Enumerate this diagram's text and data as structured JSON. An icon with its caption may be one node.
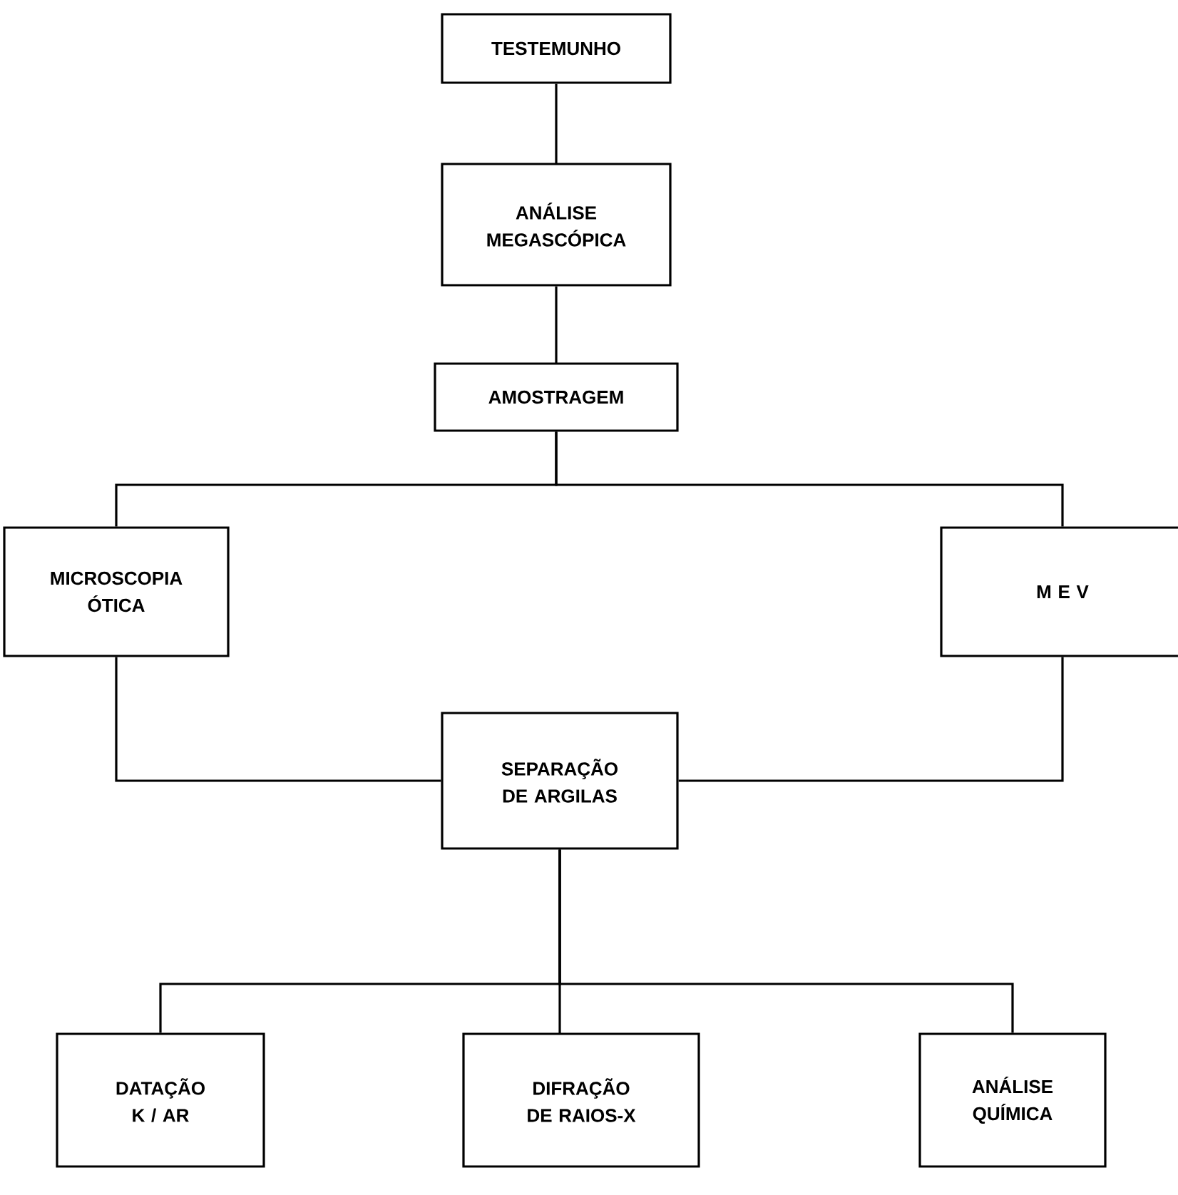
{
  "diagram": {
    "nodes": [
      {
        "text": [
          "TESTEMUNHO"
        ]
      },
      {
        "text": [
          "ANÁLISE MEGASCÓPICA"
        ]
      },
      {
        "text": [
          "AMOSTRAGEM"
        ]
      },
      {
        "text": [
          "MICROSCOPIA ÓTICA"
        ]
      },
      {
        "text": [
          "M E V"
        ]
      },
      {
        "text": [
          "SEPARAÇÃO DE ARGILAS"
        ]
      },
      {
        "text": [
          "DATAÇÃO K / AR"
        ]
      },
      {
        "text": [
          "DIFRAÇÃO DE RAIOS-X"
        ]
      },
      {
        "text": [
          "ANÁLISE QUÍMICA"
        ]
      }
    ],
    "edges": [
      {
        "from": 0,
        "to": 1,
        "arrow": "none"
      },
      {
        "from": 1,
        "to": 2,
        "arrow": "none"
      },
      {
        "from": 2,
        "to": 3,
        "arrow": "none"
      },
      {
        "from": 2,
        "to": 4,
        "arrow": "none"
      },
      {
        "from": 3,
        "to": 5,
        "arrow": "none"
      },
      {
        "from": 4,
        "to": 5,
        "arrow": "none"
      },
      {
        "from": 5,
        "to": 6,
        "arrow": "none"
      },
      {
        "from": 5,
        "to": 7,
        "arrow": "none"
      },
      {
        "from": 5,
        "to": 8,
        "arrow": "none"
      }
    ]
  }
}
